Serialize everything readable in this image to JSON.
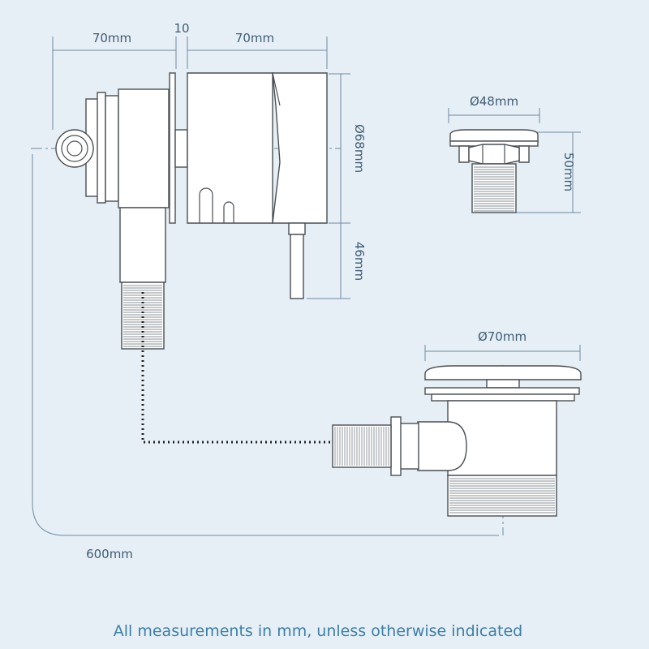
{
  "dimensions": {
    "overflow_width_left": "70mm",
    "gap": "10",
    "overflow_width_right": "70mm",
    "overflow_diameter": "Ø68mm",
    "handle_drop": "46mm",
    "plug_diameter": "Ø48mm",
    "plug_height": "50mm",
    "waste_diameter": "Ø70mm",
    "cable_length": "600mm"
  },
  "footer": {
    "note": "All measurements in mm, unless otherwise indicated"
  },
  "colors": {
    "background": "#e6eff5",
    "outline": "#4a4f54",
    "dimension_text": "#3e5d73",
    "footer_text": "#3c7fa6"
  }
}
